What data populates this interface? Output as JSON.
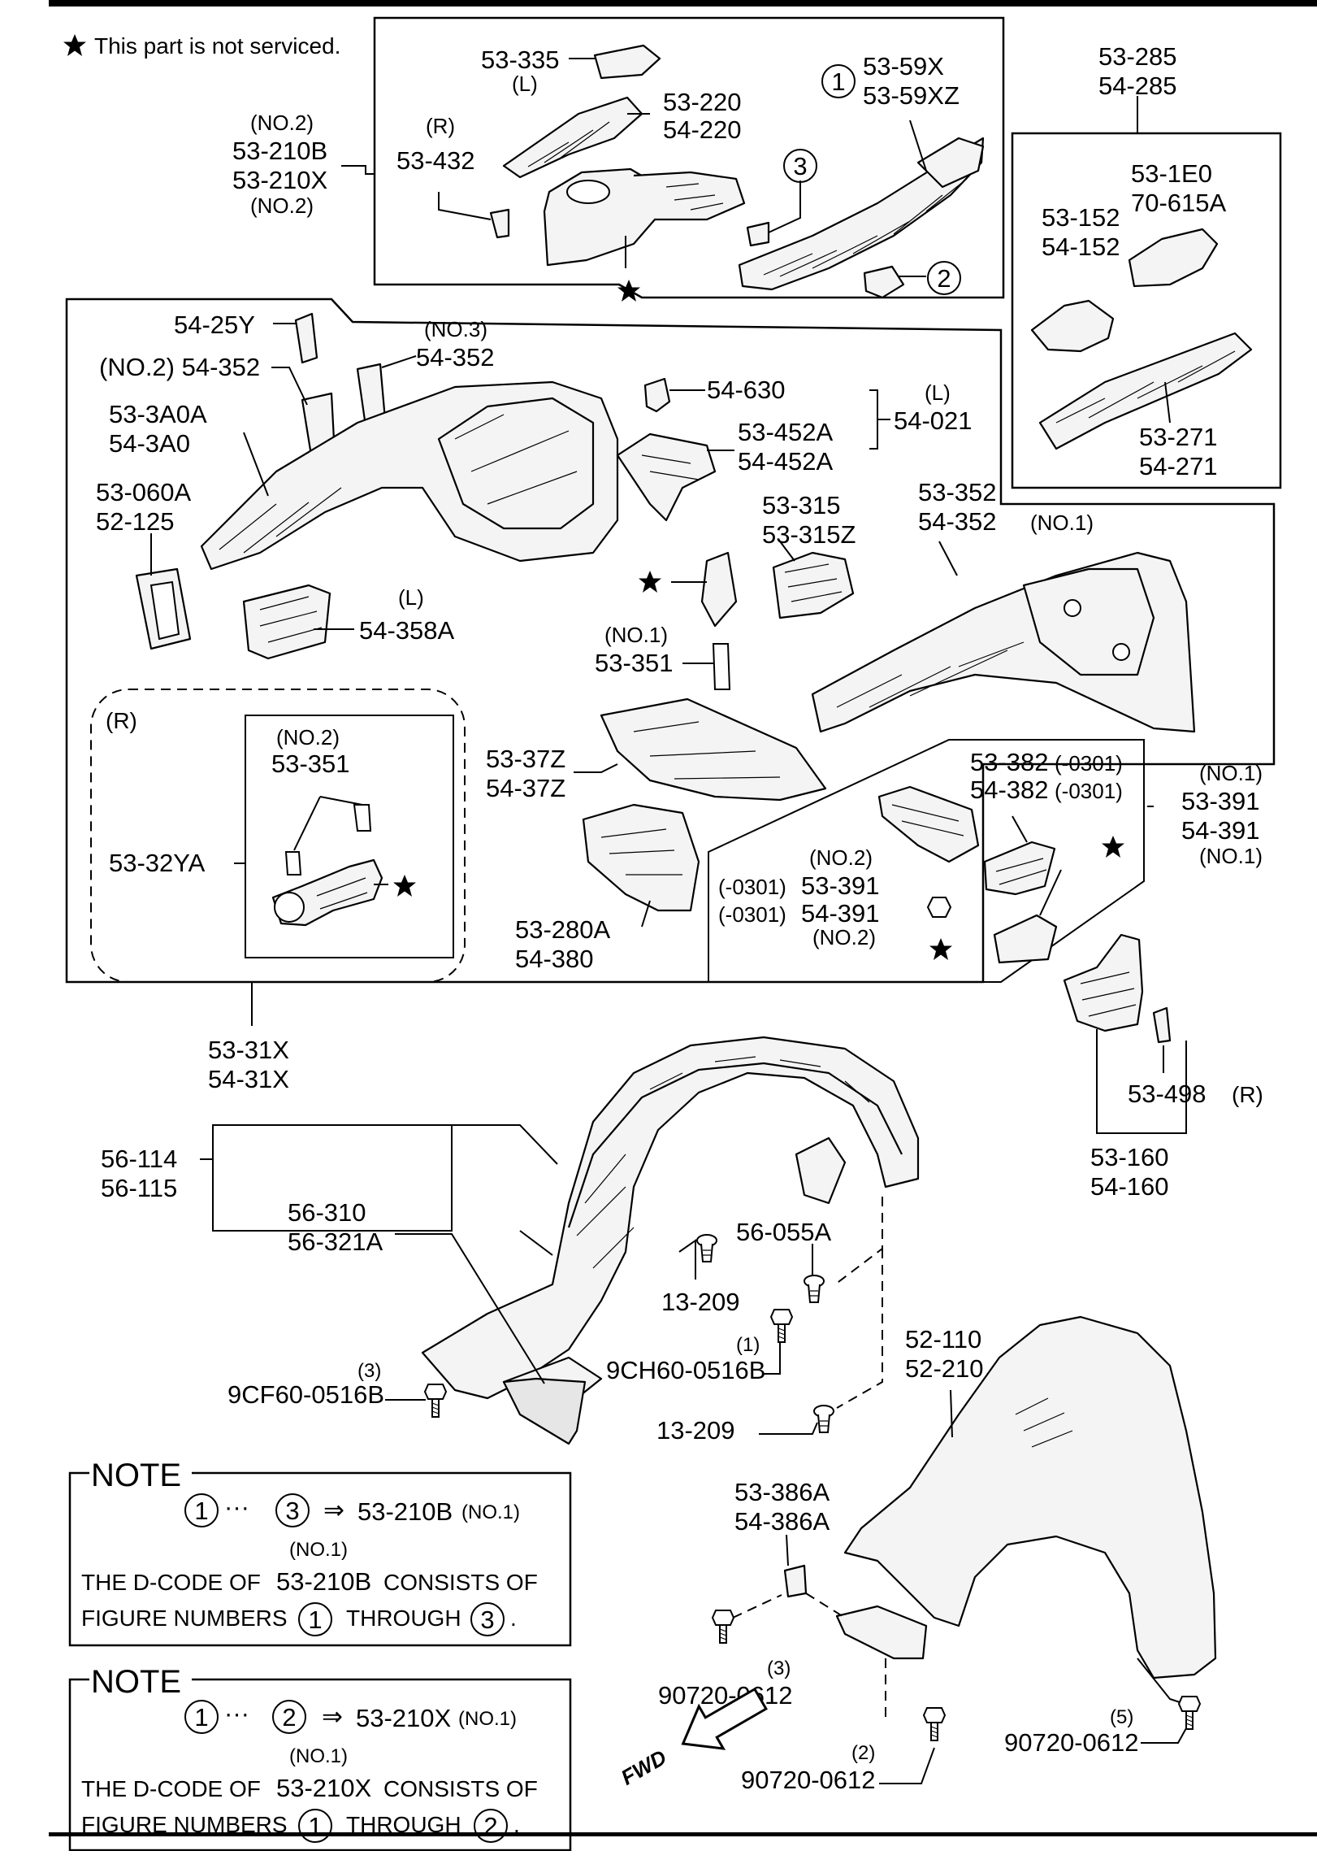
{
  "legend": {
    "text": "This part is not serviced."
  },
  "callouts": {
    "c1": "53-335",
    "c1b": "(L)",
    "c2": "53-220",
    "c3": "54-220",
    "c4": "(R)",
    "c5": "53-432",
    "c6": "(NO.2)",
    "c7": "53-210B",
    "c8": "53-210X",
    "c9": "(NO.2)",
    "c10a": "1",
    "c10": "53-59X",
    "c11": "53-59XZ",
    "c12": "3",
    "c13": "2",
    "c14": "53-285",
    "c15": "54-285",
    "c16": "53-1E0",
    "c17": "70-615A",
    "c18": "53-152",
    "c19": "54-152",
    "c20": "53-271",
    "c21": "54-271",
    "c22": "54-25Y",
    "c23": "(NO.3)",
    "c24": "54-352",
    "c25": "(NO.2) 54-352",
    "c26": "53-3A0A",
    "c27": "54-3A0",
    "c28": "53-060A",
    "c29": "52-125",
    "c30": "(L)",
    "c31": "54-358A",
    "c32": "54-630",
    "c33": "(L)",
    "c34": "54-021",
    "c35": "53-452A",
    "c36": "54-452A",
    "c37": "53-315",
    "c38": "53-315Z",
    "c39": "(NO.1)",
    "c40": "53-351",
    "c41": "53-352",
    "c42": "54-352",
    "c42b": "(NO.1)",
    "c43": "(R)",
    "c44": "(NO.2)",
    "c45": "53-351",
    "c46": "53-32YA",
    "c47": "53-37Z",
    "c48": "54-37Z",
    "c49": "53-280A",
    "c50": "54-380",
    "c51": "53-382",
    "c51b": "(-0301)",
    "c52": "54-382",
    "c52b": "(-0301)",
    "c53": "(NO.1)",
    "c54": "53-391",
    "c55": "54-391",
    "c56": "(NO.1)",
    "c57": "(NO.2)",
    "c58a": "(-0301)",
    "c58": "53-391",
    "c59a": "(-0301)",
    "c59": "54-391",
    "c60": "(NO.2)",
    "c61": "53-31X",
    "c62": "54-31X",
    "c63": "53-498",
    "c63b": "(R)",
    "c64": "53-160",
    "c65": "54-160",
    "c66": "56-114",
    "c67": "56-115",
    "c68": "56-310",
    "c69": "56-321A",
    "c70": "56-055A",
    "c71": "13-209",
    "c72": "(1)",
    "c73": "9CH60-0516B",
    "c74": "(3)",
    "c75": "9CF60-0516B",
    "c76": "13-209",
    "c77": "52-110",
    "c78": "52-210",
    "c79": "53-386A",
    "c80": "54-386A",
    "c81": "(3)",
    "c82": "90720-0612",
    "c83": "(2)",
    "c84": "90720-0612",
    "c85": "(5)",
    "c86": "90720-0612",
    "fwd": "FWD"
  },
  "notes": [
    {
      "title": "NOTE",
      "n1": "1",
      "dots": "···",
      "n2": "3",
      "arrow": "⇒",
      "target": "53-210B",
      "target_sup": "(NO.1)",
      "sup_line": "(NO.1)",
      "line1a": "THE D-CODE OF",
      "line1b": "53-210B",
      "line1c": "CONSISTS OF",
      "line2a": "FIGURE NUMBERS",
      "line2b": "1",
      "line2c": "THROUGH",
      "line2d": "3",
      "line2e": "."
    },
    {
      "title": "NOTE",
      "n1": "1",
      "dots": "···",
      "n2": "2",
      "arrow": "⇒",
      "target": "53-210X",
      "target_sup": "(NO.1)",
      "sup_line": "(NO.1)",
      "line1a": "THE D-CODE OF",
      "line1b": "53-210X",
      "line1c": "CONSISTS OF",
      "line2a": "FIGURE NUMBERS",
      "line2b": "1",
      "line2c": "THROUGH",
      "line2d": "2",
      "line2e": "."
    }
  ]
}
